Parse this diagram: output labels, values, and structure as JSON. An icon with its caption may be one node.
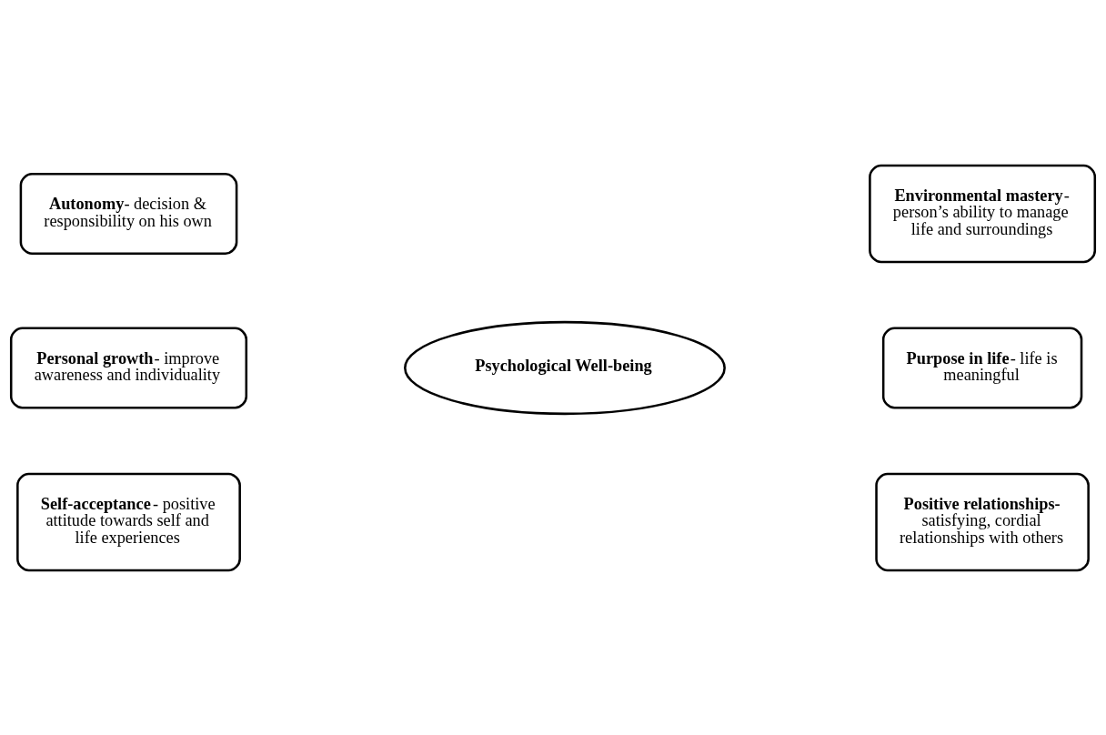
{
  "diagram": {
    "nodes": [
      {
        "text": [
          "**Autonomy**- decision & responsibility on his own"
        ]
      },
      {
        "text": [
          "**Environmental mastery**- person’s ability to manage life and surroundings"
        ]
      },
      {
        "text": [
          "**Personal growth**- improve awareness and individuality"
        ]
      },
      {
        "text": [
          "Psychological Well-being"
        ]
      },
      {
        "text": [
          "**Purpose in life**- life is meaningful"
        ]
      },
      {
        "text": [
          "**Self-acceptance**- positive attitude towards self and life experiences"
        ]
      },
      {
        "text": [
          "**Positive relationships-** satisfying, cordial relationships with others"
        ]
      }
    ],
    "edges": []
  }
}
